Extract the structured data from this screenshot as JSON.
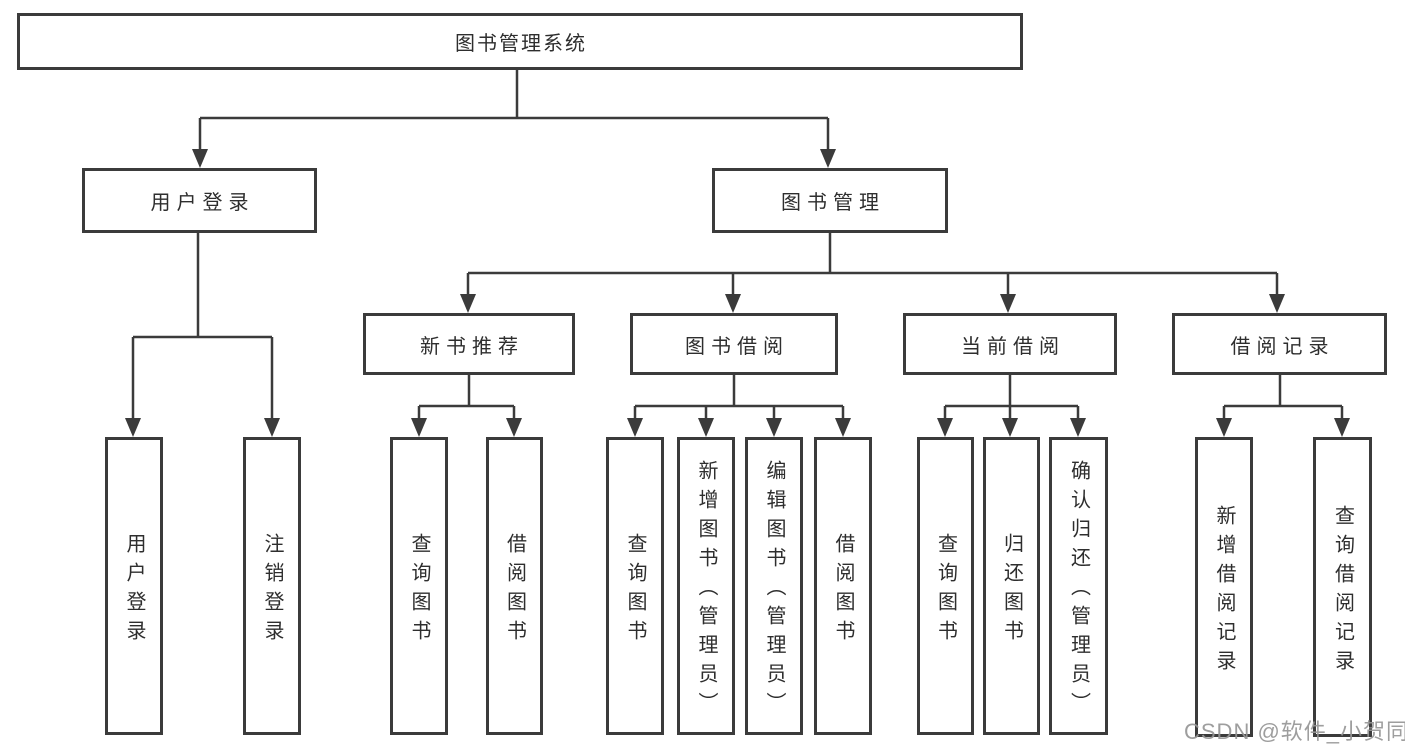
{
  "diagram_title": "图书管理系统",
  "watermark": {
    "text": "CSDN @软件_小贺同学"
  },
  "colors": {
    "background": "#ffffff",
    "box_fill": "#ffffff",
    "box_border": "#3b3b3b",
    "line": "#3b3b3b",
    "text": "#2e2e2e",
    "watermark": "#969696"
  },
  "tree": {
    "label": "图书管理系统",
    "children": [
      {
        "label": "用户登录",
        "children": [
          {
            "label": "用户登录"
          },
          {
            "label": "注销登录"
          }
        ]
      },
      {
        "label": "图书管理",
        "children": [
          {
            "label": "新书推荐",
            "children": [
              {
                "label": "查询图书"
              },
              {
                "label": "借阅图书"
              }
            ]
          },
          {
            "label": "图书借阅",
            "children": [
              {
                "label": "查询图书"
              },
              {
                "label": "新增图书（管理员）"
              },
              {
                "label": "编辑图书（管理员）"
              },
              {
                "label": "借阅图书"
              }
            ]
          },
          {
            "label": "当前借阅",
            "children": [
              {
                "label": "查询图书"
              },
              {
                "label": "归还图书"
              },
              {
                "label": "确认归还（管理员）"
              }
            ]
          },
          {
            "label": "借阅记录",
            "children": [
              {
                "label": "新增借阅记录"
              },
              {
                "label": "查询借阅记录"
              }
            ]
          }
        ]
      }
    ]
  }
}
